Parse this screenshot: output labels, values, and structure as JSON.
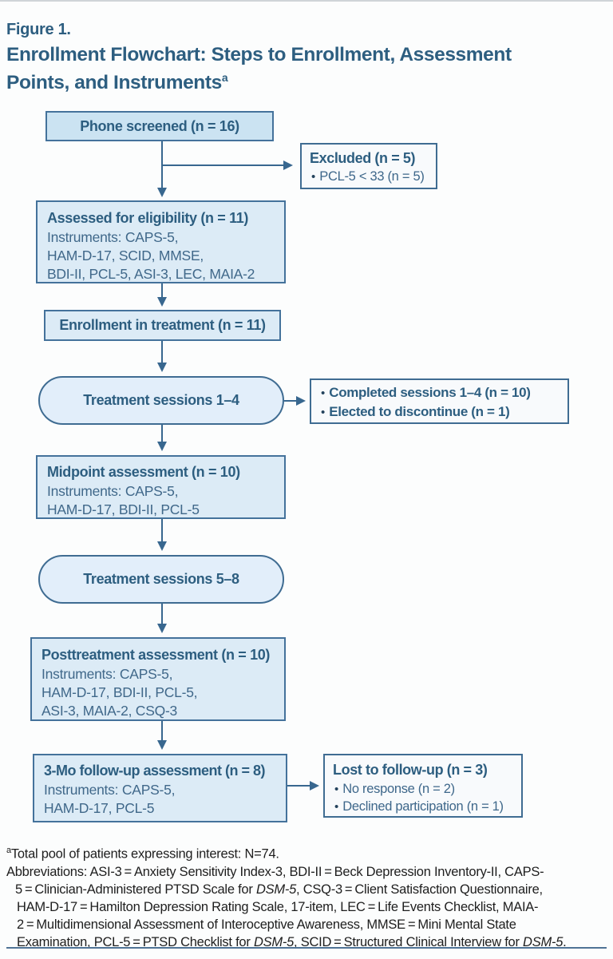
{
  "figure": {
    "label": "Figure 1.",
    "title_line1": "Enrollment Flowchart: Steps to Enrollment, Assessment",
    "title_line2": "Points, and Instruments",
    "title_superscript": "a"
  },
  "colors": {
    "heading_text": "#2d5e80",
    "box_text": "#40688a",
    "phone_fill": "#cbe3f2",
    "box_fill": "#dcebf6",
    "oval_fill": "#e2eefa",
    "annotation_fill": "#f8fafc",
    "border": "#44729b",
    "arrow": "#38678f",
    "rule": "#4f7396"
  },
  "flowchart": {
    "phone": {
      "title": "Phone screened (n = 16)"
    },
    "excluded": {
      "title": "Excluded (n = 5)",
      "bullets": [
        "PCL-5 < 33 (n = 5)"
      ]
    },
    "assessed": {
      "title": "Assessed for eligibility (n = 11)",
      "lines": [
        "Instruments: CAPS-5,",
        "HAM-D-17, SCID, MMSE,",
        "BDI-II, PCL-5, ASI-3, LEC, MAIA-2"
      ]
    },
    "enrollment": {
      "title": "Enrollment in treatment (n = 11)"
    },
    "sessions14": {
      "title": "Treatment sessions 1–4"
    },
    "completed14": {
      "bullets": [
        "Completed sessions 1–4 (n = 10)",
        "Elected to discontinue (n = 1)"
      ]
    },
    "midpoint": {
      "title": "Midpoint assessment (n = 10)",
      "lines": [
        "Instruments: CAPS-5,",
        "HAM-D-17, BDI-II, PCL-5"
      ]
    },
    "sessions58": {
      "title": "Treatment sessions 5–8"
    },
    "posttreatment": {
      "title": "Posttreatment assessment (n = 10)",
      "lines": [
        "Instruments: CAPS-5,",
        "HAM-D-17, BDI-II, PCL-5,",
        "ASI-3, MAIA-2, CSQ-3"
      ]
    },
    "threemo": {
      "title": "3-Mo follow-up assessment (n = 8)",
      "lines": [
        "Instruments: CAPS-5,",
        "HAM-D-17, PCL-5"
      ]
    },
    "lost": {
      "title": "Lost to follow-up (n = 3)",
      "bullets": [
        "No response (n = 2)",
        "Declined participation (n = 1)"
      ]
    }
  },
  "footnotes": {
    "note_superscript": "a",
    "note": "Total pool of patients expressing interest: N=74.",
    "abbreviations": [
      "Abbreviations: ASI-3 = Anxiety Sensitivity Index-3, BDI-II = Beck Depression Inventory-II, CAPS-",
      "5 = Clinician-Administered PTSD Scale for DSM-5, CSQ-3 = Client Satisfaction Questionnaire,",
      "HAM-D-17 = Hamilton Depression Rating Scale, 17-item, LEC = Life Events Checklist, MAIA-",
      "2 = Multidimensional Assessment of Interoceptive Awareness, MMSE = Mini Mental State",
      "Examination, PCL-5 = PTSD Checklist for DSM-5, SCID = Structured Clinical Interview for DSM-5."
    ]
  }
}
